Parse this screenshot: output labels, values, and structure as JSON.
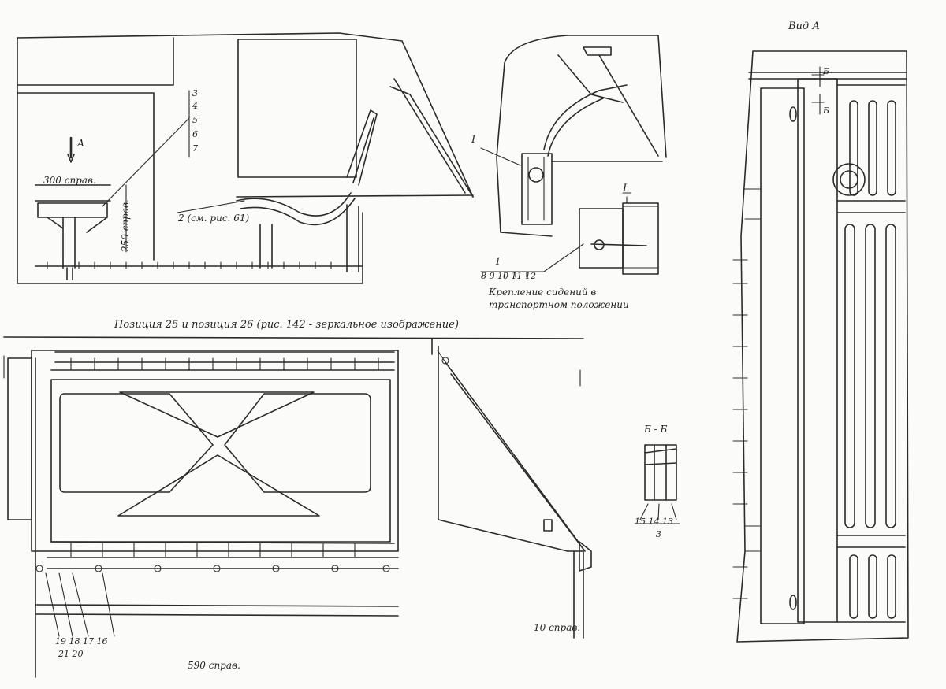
{
  "labels": {
    "view_a": "Вид А",
    "mount_caption_1": "Крепление сидений в",
    "mount_caption_2": "транспортном положении",
    "position_title": "Позиция 25 и позиция 26 (рис. 142 - зеркальное изображение)",
    "dim_300": "300 справ.",
    "dim_250": "250 справ.",
    "dim_590": "590 справ.",
    "dim_10": "10 справ.",
    "ref_2": "2 (см. рис. 61)",
    "arrow_a": "А",
    "section_bb": "Б - Б",
    "section_b1": "Б",
    "section_b2": "Б",
    "detail_i": "I",
    "detail_i_2": "I",
    "ref_1": "1",
    "parts_8_12": "8 9 10 11 12",
    "parts_3": "3",
    "parts_4": "4",
    "parts_5": "5",
    "parts_6": "6",
    "parts_7": "7",
    "parts_15_13": "15  14  13",
    "parts_3b": "3",
    "parts_19_16": "19 18  17   16",
    "parts_21_20": "21    20"
  },
  "colors": {
    "ink": "#2b2b2b",
    "paper": "#fbfbf9"
  }
}
